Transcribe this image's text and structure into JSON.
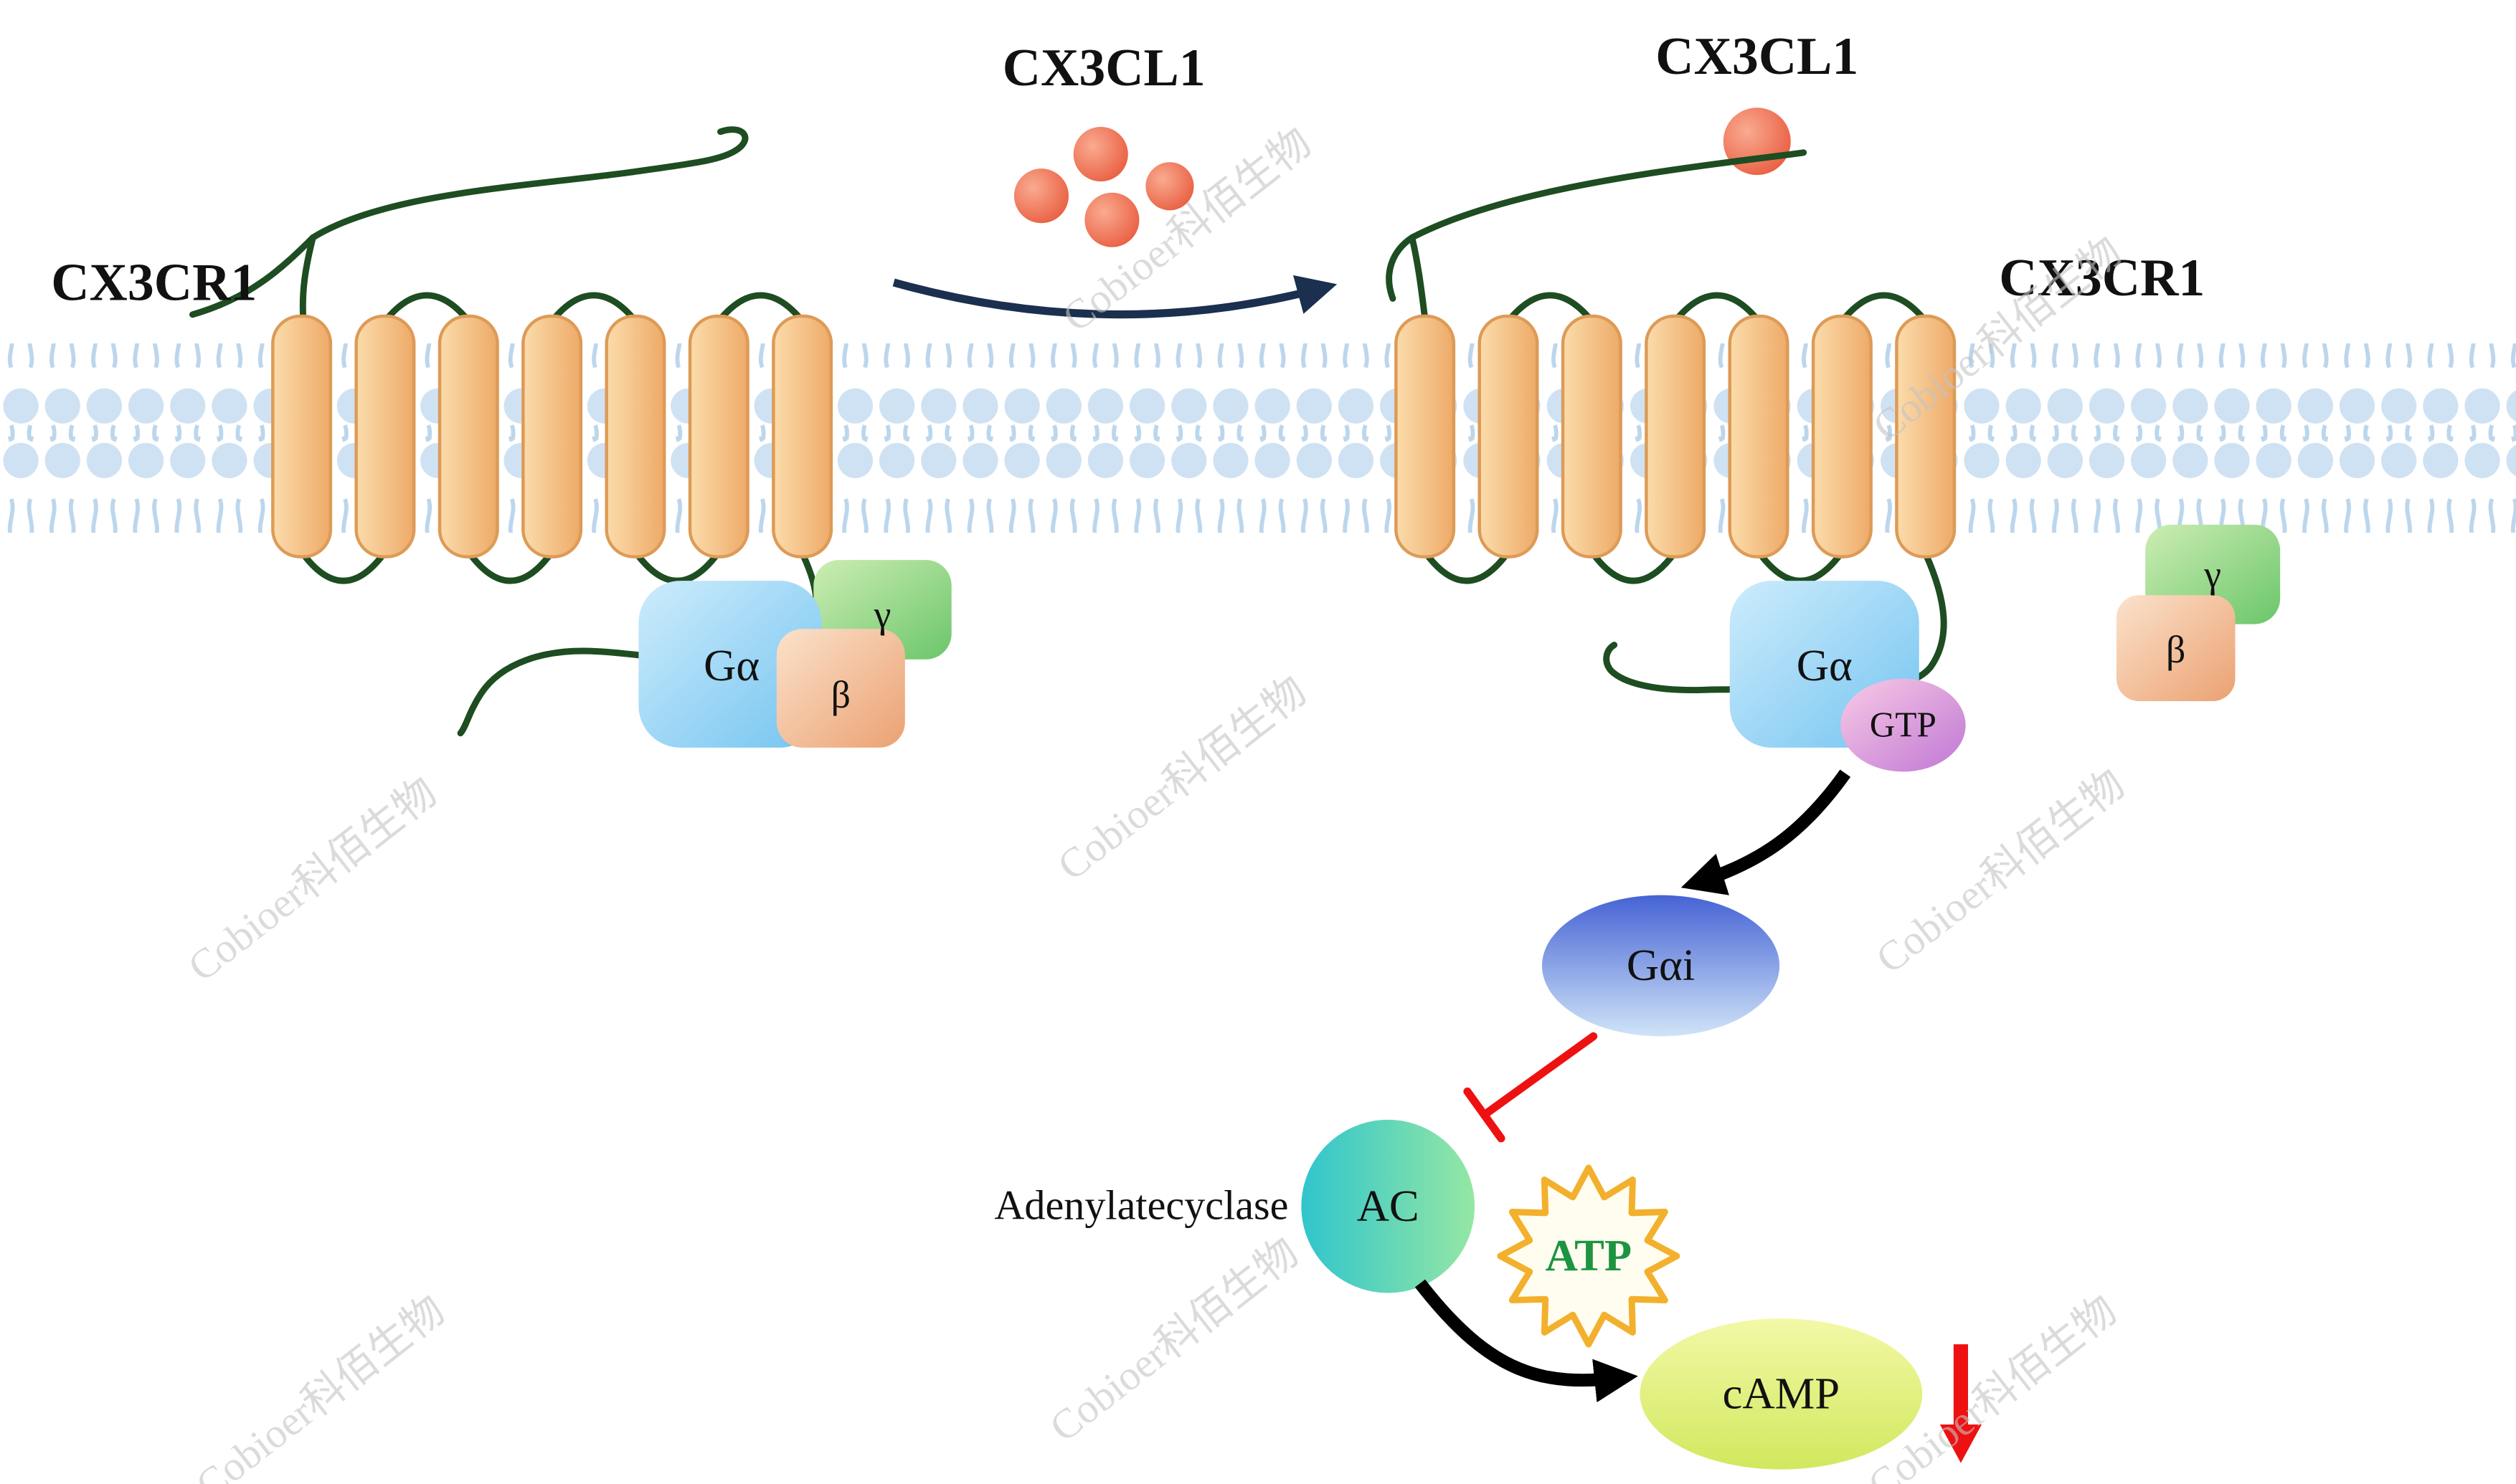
{
  "labels": {
    "receptor_left": "CX3CR1",
    "receptor_right": "CX3CR1",
    "ligand_top": "CX3CL1",
    "ligand_right": "CX3CL1",
    "g_alpha_left": "Gα",
    "g_alpha_right": "Gα",
    "gamma_left": "γ",
    "gamma_right": "γ",
    "beta_left": "β",
    "beta_right": "β",
    "gtp": "GTP",
    "g_alpha_i": "Gαi",
    "adenylate_cyclase_full": "Adenylatecyclase",
    "ac": "AC",
    "atp": "ATP",
    "camp": "cAMP"
  },
  "watermark": {
    "text": "Cobioer科佰生物"
  },
  "colors": {
    "membrane_head": "#cfe2f3",
    "membrane_tail": "#bcd6ec",
    "helix_fill": "#f4bd80",
    "helix_stroke": "#dd9b57",
    "loop_green": "#1d4d21",
    "ligand_red": "#ec6a4e",
    "g_alpha_blue": "#8fd0f3",
    "gamma_green": "#8cd487",
    "beta_peach": "#f2c29c",
    "gtp_pink": "#daa3dc",
    "gai_blue": "#5a74d8",
    "ac_teal": "#45cfc0",
    "camp_yellow": "#e2ee7f",
    "atp_green_text": "#1d9440",
    "atp_star_stroke": "#f2b02c",
    "inhibition_red": "#ee1111",
    "activation_arrow_navy": "#1b2f4e",
    "arrow_black": "#000000",
    "watermark_gray": "#c4c4c4"
  }
}
